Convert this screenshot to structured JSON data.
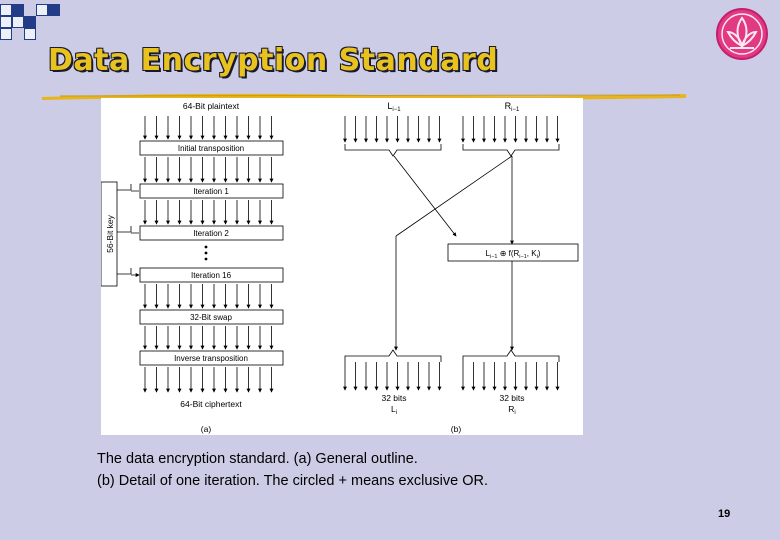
{
  "slide": {
    "title": "Data Encryption Standard",
    "page_number": "19",
    "caption": [
      "The data encryption standard.  (a) General outline.",
      "(b) Detail of one iteration.  The circled + means exclusive OR."
    ],
    "colors": {
      "background": "#cccce6",
      "title": "#e8c21e",
      "decor_squares": "#223c88",
      "logo": "#c41e6e"
    },
    "logo_icon": "lotus-emblem-icon"
  },
  "diagram": {
    "a": {
      "top_label": "64-Bit plaintext",
      "key_label": "56-Bit key",
      "boxes": [
        "Initial transposition",
        "Iteration 1",
        "Iteration 2",
        "Iteration 16",
        "32-Bit swap",
        "Inverse transposition"
      ],
      "bottom_label": "64-Bit ciphertext",
      "panel_label": "(a)"
    },
    "b": {
      "left_in": "L",
      "left_in_sub": "i−1",
      "right_in": "R",
      "right_in_sub": "i−1",
      "function_parts": [
        "L",
        "i−1",
        " ⊕ f(R",
        "i−1",
        ", K",
        "i",
        ")"
      ],
      "left_out_bits": "32 bits",
      "left_out": "L",
      "left_out_sub": "i",
      "right_out_bits": "32 bits",
      "right_out": "R",
      "right_out_sub": "i",
      "panel_label": "(b)"
    }
  }
}
